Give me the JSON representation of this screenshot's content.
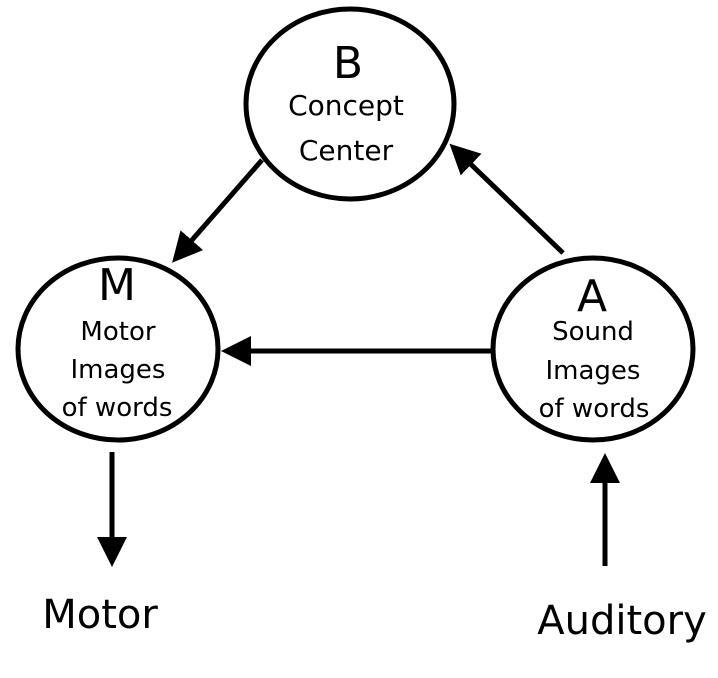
{
  "diagram": {
    "nodes": [
      {
        "id": "B",
        "letter": "B",
        "lines": [
          "Concept",
          "Center"
        ]
      },
      {
        "id": "M",
        "letter": "M",
        "lines": [
          "Motor",
          "Images",
          "of words"
        ]
      },
      {
        "id": "A",
        "letter": "A",
        "lines": [
          "Sound",
          "Images",
          "of words"
        ]
      }
    ],
    "edges": [
      {
        "from": "B",
        "to": "M"
      },
      {
        "from": "A",
        "to": "B"
      },
      {
        "from": "A",
        "to": "M"
      },
      {
        "from": "M",
        "to": "Motor"
      },
      {
        "from": "Auditory",
        "to": "A"
      }
    ],
    "outputs": {
      "motor": "Motor",
      "auditory": "Auditory"
    },
    "colors": {
      "stroke": "#000000",
      "background": "#ffffff"
    }
  }
}
